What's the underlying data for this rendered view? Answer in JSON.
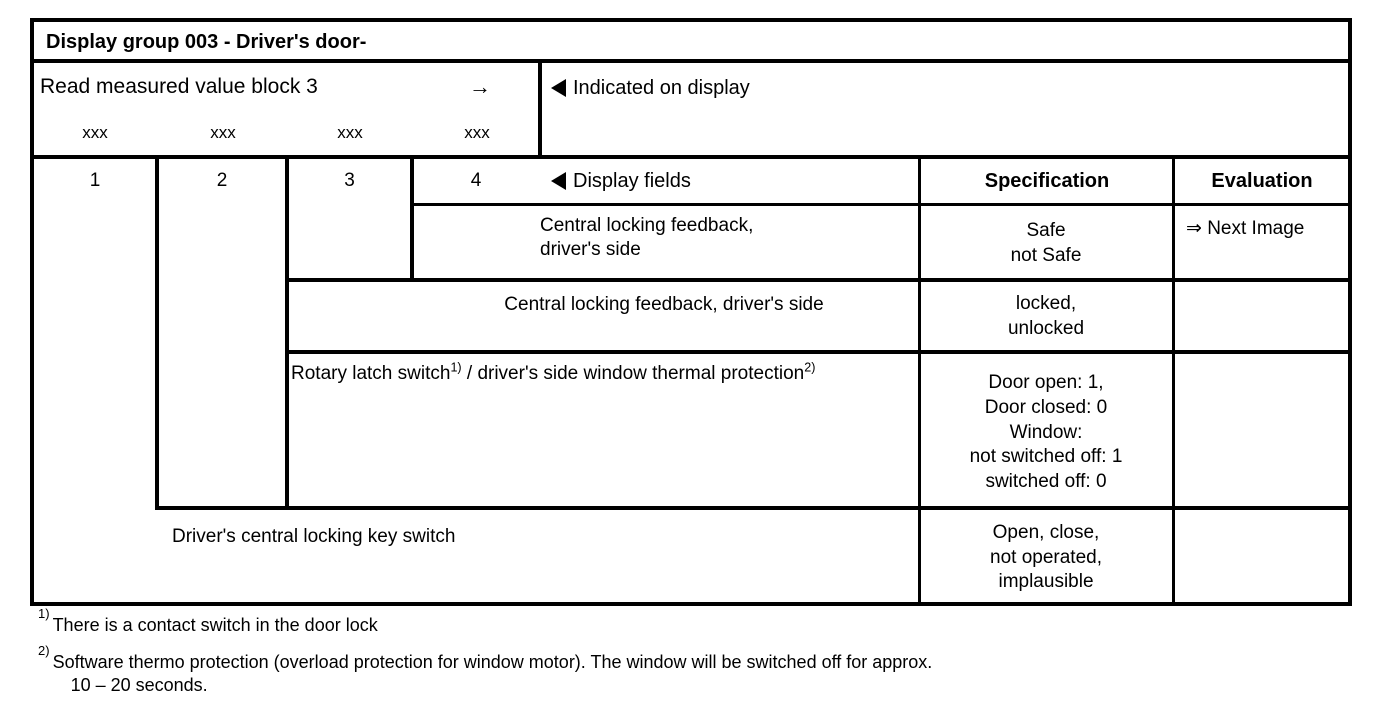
{
  "document": {
    "title": "Display group 003 - Driver's door-"
  },
  "measured_block": {
    "label": "Read measured value block 3",
    "arrow": "→",
    "fields": [
      "xxx",
      "xxx",
      "xxx",
      "xxx"
    ],
    "numbers": [
      "1",
      "2",
      "3",
      "4"
    ]
  },
  "panel": {
    "indicated_on_display": "Indicated on display",
    "display_fields": "Display fields",
    "marker_icon": "left-triangle"
  },
  "columns": {
    "specification": "Specification",
    "evaluation": "Evaluation"
  },
  "rows": [
    {
      "display_field": "Central locking feedback,\ndriver's side",
      "specification": "Safe\nnot Safe",
      "evaluation": "⇒ Next Image"
    },
    {
      "display_field": "Central locking feedback, driver's side",
      "specification": "locked,\nunlocked",
      "evaluation": ""
    },
    {
      "display_field_pre": "Rotary latch switch",
      "display_field_sup1": "1)",
      "display_field_mid": " / driver's side window thermal protection",
      "display_field_sup2": "2)",
      "specification": "Door open:  1,\nDoor closed:  0\nWindow:\nnot switched off:  1\nswitched off:  0",
      "evaluation": ""
    },
    {
      "display_field": "Driver's central locking key switch",
      "specification": "Open, close,\nnot operated,\nimplausible",
      "evaluation": ""
    }
  ],
  "footnotes": [
    {
      "mark": "1)",
      "text": "There is a contact switch in the door lock"
    },
    {
      "mark": "2)",
      "text": "Software thermo protection (overload protection for window motor).  The window will be switched off for approx.",
      "text_line2": "10 – 20 seconds."
    }
  ]
}
